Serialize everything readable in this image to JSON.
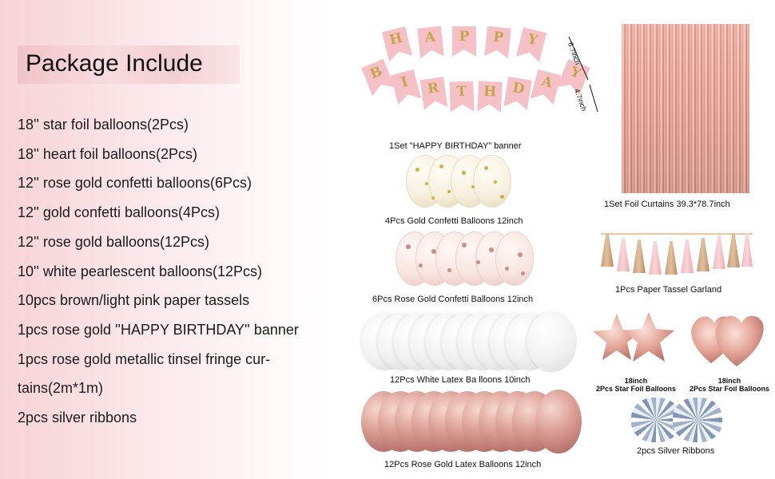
{
  "title": "Package Include",
  "items": [
    "18'' star foil balloons(2Pcs)",
    "18'' heart foil balloons(2Pcs)",
    "12'' rose gold confetti balloons(6Pcs)",
    "12'' gold confetti balloons(4Pcs)",
    "12'' rose gold balloons(12Pcs)",
    "10'' white pearlescent balloons(12Pcs)",
    "10pcs brown/light pink paper tassels",
    "1pcs rose gold ''HAPPY BIRTHDAY'' banner",
    "1pcs rose gold metallic tinsel fringe cur-",
    "tains(2m*1m)",
    "2pcs silver ribbons"
  ],
  "banner": {
    "row1": [
      "H",
      "A",
      "P",
      "P",
      "Y"
    ],
    "row2": [
      "B",
      "I",
      "R",
      "T",
      "H",
      "D",
      "A",
      "Y"
    ],
    "dim_width": "6.7inch",
    "dim_height": "4.7inch",
    "caption": "1Set \"HAPPY BIRTHDAY\" banner"
  },
  "captions": {
    "gold_confetti": "4Pcs Gold Confetti Balloons 12inch",
    "rose_confetti": "6Pcs Rose Gold Confetti Balloons 12inch",
    "white": "12Pcs White Latex Ba lloons 10inch",
    "rose_latex": "12Pcs Rose Gold Latex Balloons 12inch",
    "curtain": "1Set Foil Curtains 39.3*78.7inch",
    "tassel": "1Pcs Paper Tassel Garland",
    "star_size": "18inch",
    "star": "2Pcs Star Foil Balloons",
    "heart_size": "18inch",
    "heart": "2Pcs Star Foil Balloons",
    "ribbons": "2pcs Silver Ribbons"
  },
  "colors": {
    "rose_gold": "#d99b90",
    "banner_pink": "#f6c0c7",
    "banner_gold": "#c9a34a"
  }
}
